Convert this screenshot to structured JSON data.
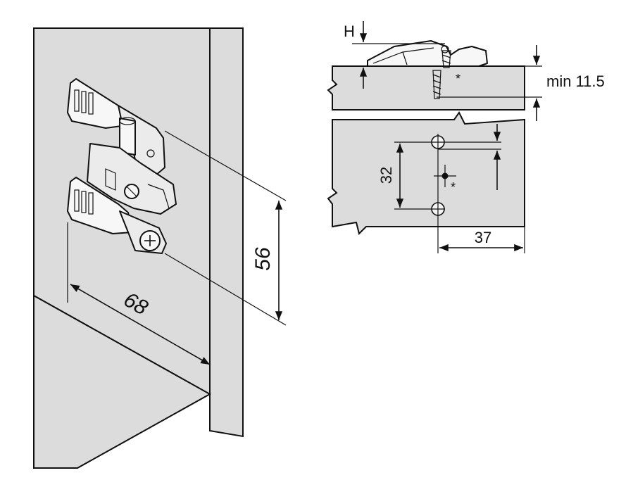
{
  "labels": {
    "depth_68": "68",
    "height_56": "56",
    "h_label": "H",
    "min_thickness": "min 11.5",
    "spacing_32": "32",
    "offset_37": "37",
    "star_top": "*",
    "star_front": "*"
  }
}
